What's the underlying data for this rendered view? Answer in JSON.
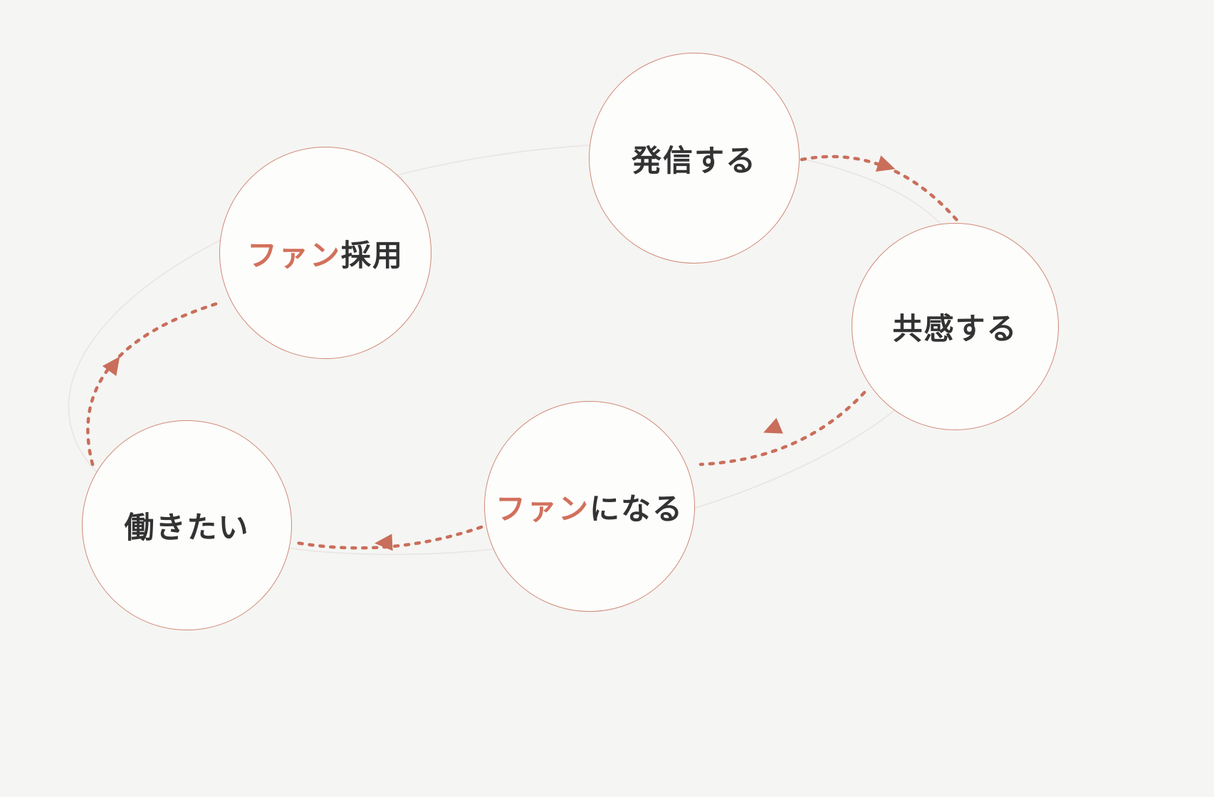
{
  "diagram": {
    "type": "cycle",
    "description_nodes_in_flow_order": [
      "発信する",
      "共感する",
      "ファンになる",
      "働きたい",
      "ファン採用"
    ]
  },
  "nodes": [
    {
      "id": "broadcast",
      "accent": "",
      "rest": "発信する"
    },
    {
      "id": "empathize",
      "accent": "",
      "rest": "共感する"
    },
    {
      "id": "become-fan",
      "accent": "ファン",
      "rest": "になる"
    },
    {
      "id": "want-to-work",
      "accent": "",
      "rest": "働きたい"
    },
    {
      "id": "fan-hiring",
      "accent": "ファン",
      "rest": "採用"
    }
  ],
  "colors": {
    "bg": "#f5f5f3",
    "node-fill": "#fdfdfc",
    "node-border": "#d08a77",
    "text": "#333333",
    "accent": "#d2705c",
    "arrow": "#c96e5a",
    "ellipse": "#e8e4e1"
  }
}
